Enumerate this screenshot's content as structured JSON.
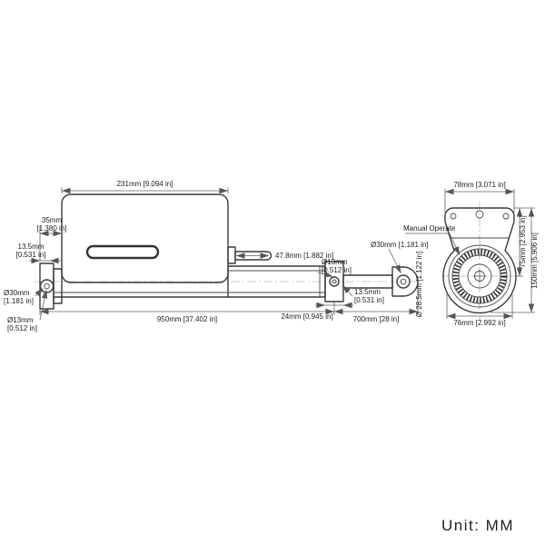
{
  "page": {
    "background": "#ffffff",
    "line_color": "#3a3a3a",
    "dim_color": "#606060",
    "text_color": "#1c1c1c"
  },
  "footer": {
    "unit_label": "Unit: MM"
  },
  "side_view": {
    "dim_housing_length": "231mm [9.094 in]",
    "dim_rear_mount_width_mm": "35mm",
    "dim_rear_mount_width_in": "[1.380 in]",
    "dim_rear_hole_offset_mm": "13.5mm",
    "dim_rear_hole_offset_in": "[0.531 in]",
    "dim_rear_clevis_od_mm": "Ø30mm",
    "dim_rear_clevis_od_in": "[1.181 in]",
    "dim_rear_pin_hole_mm": "Ø13mm",
    "dim_rear_pin_hole_in": "[0.512 in]",
    "dim_retracted_length": "950mm [37.402 in]",
    "dim_shaft_length": "47.8mm [1.882 in]",
    "dim_front_pin_hole_mm": "Ø13mm",
    "dim_front_pin_hole_in": "[0.512 in]",
    "dim_front_hole_offset_mm": "13.5mm",
    "dim_front_hole_offset_in": "[0.531 in]",
    "dim_front_clevis_od": "Ø30mm [1.181 in]",
    "dim_bracket_width": "24mm [0.945 in]",
    "dim_stroke_length": "700mm [28 in]",
    "dim_rod_diameter": "Ø 28.5mm [1.122 in]"
  },
  "end_view": {
    "label_manual_operate": "Manual Operate",
    "dim_gearbox_width": "78mm [3.071 in]",
    "dim_upper_height": "75mm [2.953 in]",
    "dim_overall_height": "150mm [5.906 in]",
    "dim_motor_width": "76mm [2.992 in]"
  }
}
